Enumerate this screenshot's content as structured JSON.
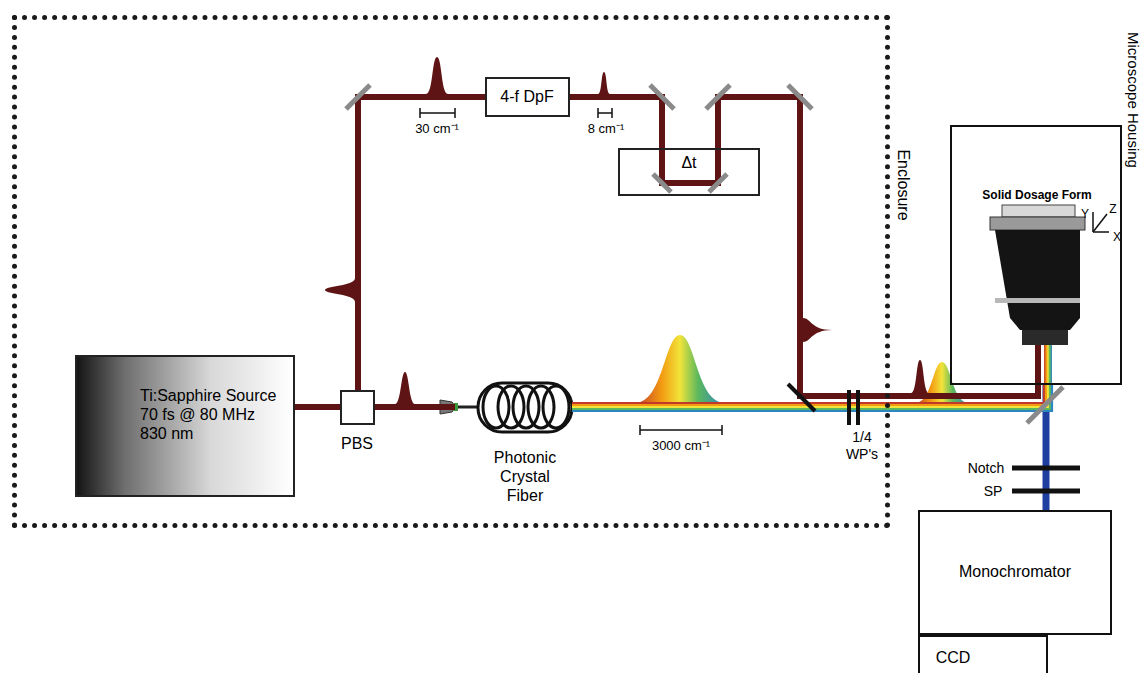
{
  "diagram": {
    "nodes": [
      {
        "text": [
          "Enclosure"
        ]
      },
      {
        "text": [
          "Ti:Sapphire Source 70 fs @ 80 MHz 830 nm"
        ],
        "in": 0
      },
      {
        "text": [
          "PBS"
        ],
        "in": 0
      },
      {
        "text": [
          "4-f DpF"
        ],
        "in": 0
      },
      {
        "text": [
          "Δt"
        ],
        "in": 0
      },
      {
        "text": [
          "Photonic Crystal Fiber"
        ],
        "in": 0
      },
      {
        "text": [
          "Microscope Housing",
          "Solid Dosage Form"
        ]
      },
      {
        "text": [
          "Monochromator"
        ]
      },
      {
        "text": [
          "CCD"
        ]
      }
    ],
    "edges": [
      {
        "from": 6,
        "to": 7,
        "arrow": "none"
      },
      {
        "from": 1,
        "to": 2,
        "arrow": "none"
      },
      {
        "from": 2,
        "to": 3,
        "arrow": "none"
      },
      {
        "from": 3,
        "to": 4,
        "arrow": "none"
      },
      {
        "from": 4,
        "to": 6,
        "arrow": "none"
      },
      {
        "from": 2,
        "to": 5,
        "arrow": "none"
      },
      {
        "from": 5,
        "to": 6,
        "arrow": "none"
      }
    ],
    "labels": [
      "30 cm⁻¹",
      "8 cm⁻¹",
      "3000 cm⁻¹",
      "1/4 WP's",
      "Notch",
      "SP",
      "X",
      "Y",
      "Z"
    ]
  }
}
